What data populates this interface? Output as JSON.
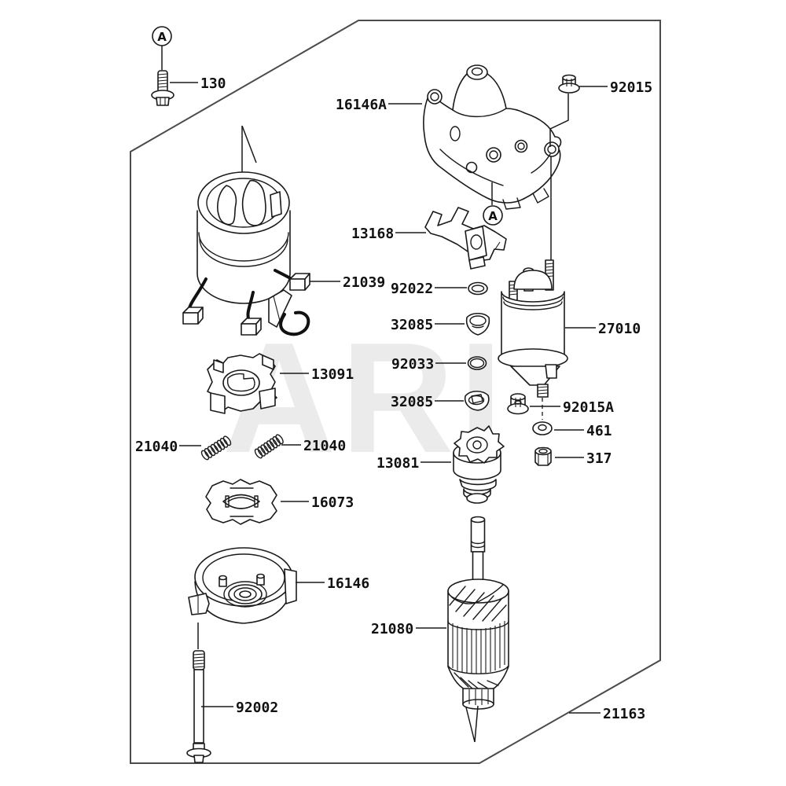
{
  "watermark": "ARI",
  "markers": {
    "detail": "A"
  },
  "labels": {
    "l130": "130",
    "l16146a": "16146A",
    "l92015": "92015",
    "l13168": "13168",
    "l21039": "21039",
    "l92022": "92022",
    "l32085a": "32085",
    "l92033": "92033",
    "l32085b": "32085",
    "l27010": "27010",
    "l92015a": "92015A",
    "l461": "461",
    "l317": "317",
    "l13091": "13091",
    "l21040l": "21040",
    "l21040r": "21040",
    "l16073": "16073",
    "l16146": "16146",
    "l21080": "21080",
    "l13081": "13081",
    "l92002": "92002",
    "l21163": "21163"
  }
}
